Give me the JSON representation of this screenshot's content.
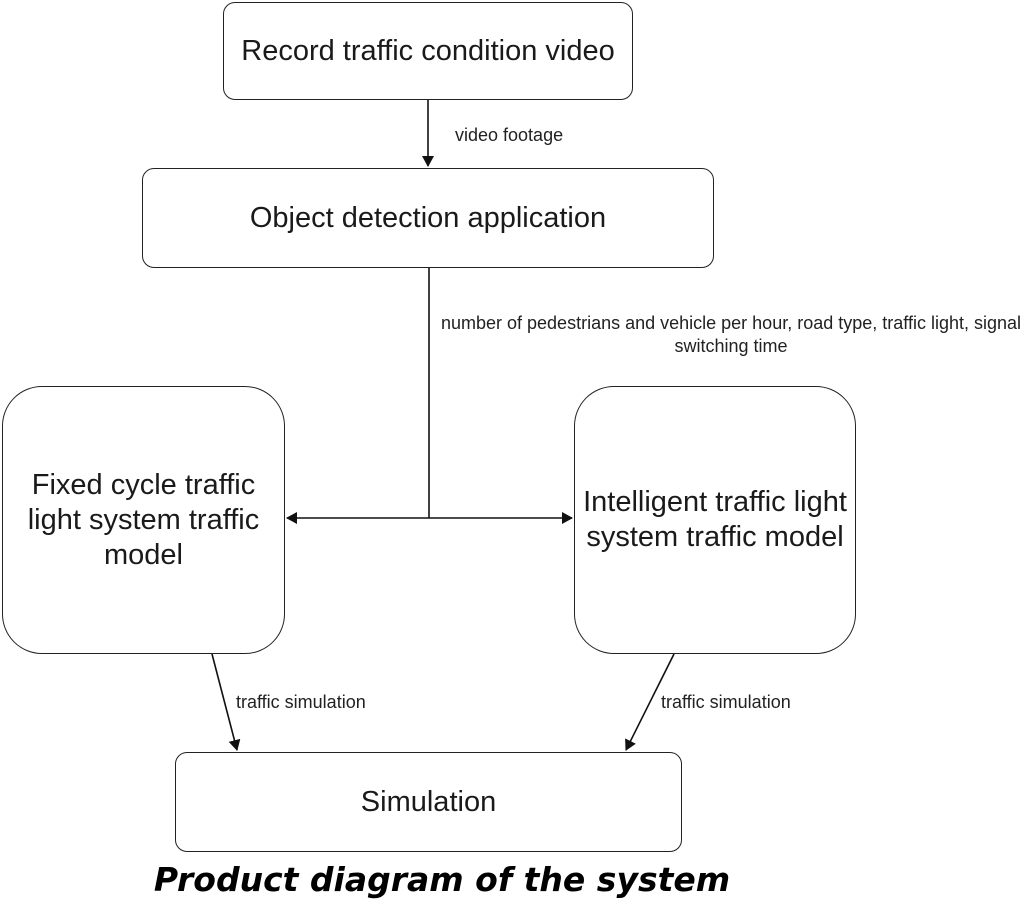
{
  "nodes": {
    "record": "Record traffic condition video",
    "detection": "Object detection application",
    "fixed": "Fixed cycle traffic light system traffic model",
    "intelligent": "Intelligent traffic light system traffic model",
    "simulation": "Simulation"
  },
  "edges": {
    "video_footage": "video footage",
    "detection_data": "number of pedestrians and vehicle per hour, road type, traffic light, signal switching time",
    "sim_left": "traffic simulation",
    "sim_right": "traffic simulation"
  },
  "caption": "Product diagram of the system"
}
